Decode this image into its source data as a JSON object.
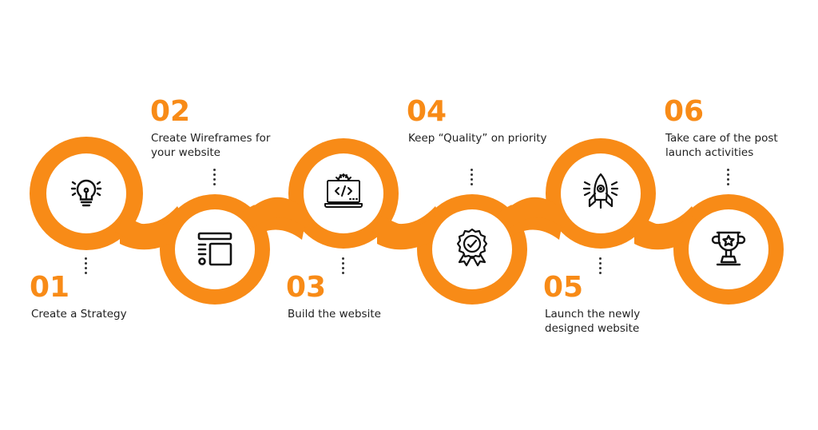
{
  "theme": {
    "accent": "#F88B17",
    "text": "#1f1f1f",
    "background": "#ffffff",
    "icon_stroke": "#111111"
  },
  "steps": [
    {
      "number": "01",
      "label_lines": [
        "Create a Strategy"
      ],
      "icon": "lightbulb-icon",
      "position": "low-label"
    },
    {
      "number": "02",
      "label_lines": [
        "Create Wireframes for",
        "your website"
      ],
      "icon": "wireframe-layout-icon",
      "position": "high-label"
    },
    {
      "number": "03",
      "label_lines": [
        "Build the website"
      ],
      "icon": "laptop-code-icon",
      "position": "low-label"
    },
    {
      "number": "04",
      "label_lines": [
        "Keep “Quality” on priority"
      ],
      "icon": "quality-badge-icon",
      "position": "high-label"
    },
    {
      "number": "05",
      "label_lines": [
        "Launch the newly",
        "designed website"
      ],
      "icon": "rocket-icon",
      "position": "low-label"
    },
    {
      "number": "06",
      "label_lines": [
        "Take care of the post",
        "launch activities"
      ],
      "icon": "trophy-icon",
      "position": "high-label"
    }
  ]
}
